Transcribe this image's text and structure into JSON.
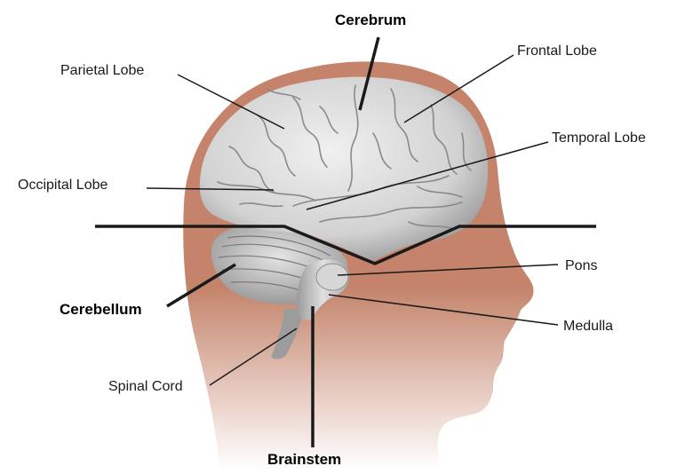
{
  "labels": {
    "cerebrum": "Cerebrum",
    "frontal_lobe": "Frontal Lobe",
    "parietal_lobe": "Parietal Lobe",
    "temporal_lobe": "Temporal Lobe",
    "occipital_lobe": "Occipital Lobe",
    "pons": "Pons",
    "cerebellum": "Cerebellum",
    "medulla": "Medulla",
    "spinal_cord": "Spinal Cord",
    "brainstem": "Brainstem"
  },
  "colors": {
    "skin": "#c4836a",
    "brain": "#d9d9d9",
    "brain_gyri": "#8e8e8e",
    "lines": "#1a1a1a"
  }
}
